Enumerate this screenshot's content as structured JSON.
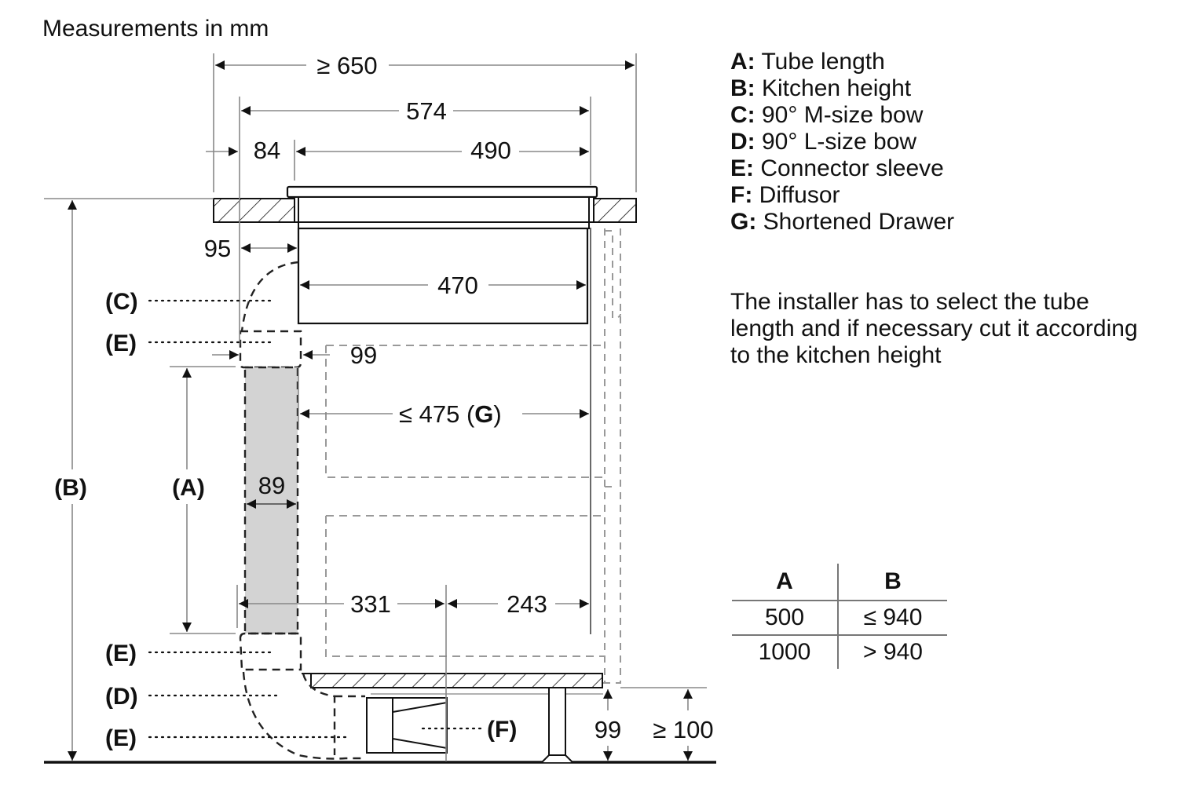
{
  "title": "Measurements in mm",
  "legend": [
    {
      "key": "A:",
      "text": "Tube length"
    },
    {
      "key": "B:",
      "text": "Kitchen height"
    },
    {
      "key": "C:",
      "text": "90° M-size bow"
    },
    {
      "key": "D:",
      "text": "90° L-size bow"
    },
    {
      "key": "E:",
      "text": "Connector sleeve"
    },
    {
      "key": "F:",
      "text": "Diffusor"
    },
    {
      "key": "G:",
      "text": "Shortened Drawer"
    }
  ],
  "note": "The installer has to select the tube length and if necessary cut it according to the kitchen height",
  "table": {
    "headers": [
      "A",
      "B"
    ],
    "rows": [
      [
        "500",
        "≤ 940"
      ],
      [
        "1000",
        "> 940"
      ]
    ]
  },
  "dimensions": {
    "cabinet_width": "≥ 650",
    "cutout_width": "574",
    "offset_left": "84",
    "hob_body": "490",
    "tube_offset": "95",
    "unit_width": "470",
    "sleeve_gap": "99",
    "drawer_depth": "≤ 475 (",
    "drawer_label": "G",
    "drawer_close": ")",
    "tube_width": "89",
    "left_to_center": "331",
    "center_to_right": "243",
    "plinth_gap": "99",
    "plinth_min": "≥ 100"
  },
  "callouts": {
    "B": "(B)",
    "A": "(A)",
    "C": "(C)",
    "E1": "(E)",
    "E2": "(E)",
    "D": "(D)",
    "E3": "(E)",
    "F": "(F)"
  },
  "colors": {
    "line": "#111111",
    "dim_line": "#888888",
    "hidden": "#999999",
    "tube_fill": "#d3d3d3"
  }
}
